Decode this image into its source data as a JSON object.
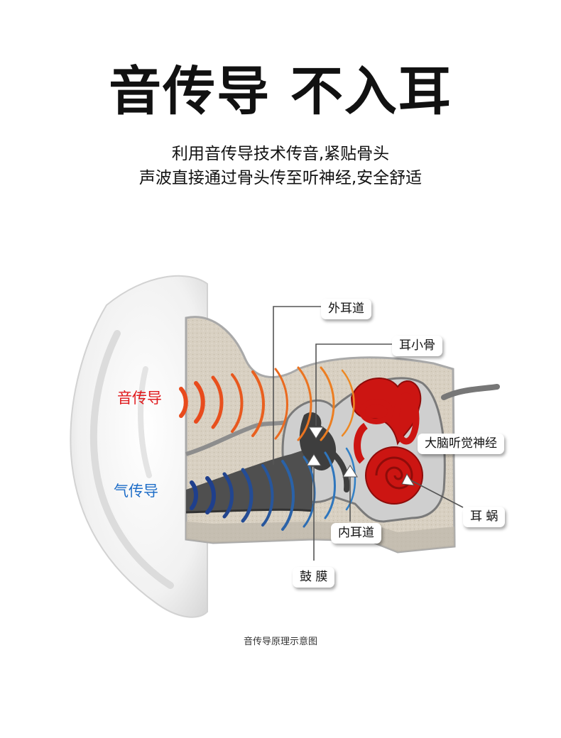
{
  "header": {
    "title": "音传导 不入耳",
    "subtitle_line1": "利用音传导技术传音,紧贴骨头",
    "subtitle_line2": "声波直接通过骨头传至听神经,安全舒适"
  },
  "diagram": {
    "bone_conduction_label": "音传导",
    "air_conduction_label": "气传导",
    "parts": {
      "outer_ear_canal": "外耳道",
      "ossicles": "耳小骨",
      "auditory_nerve": "大脑听觉神经",
      "cochlea": "耳 蜗",
      "inner_ear_canal": "内耳道",
      "eardrum": "鼓 膜"
    },
    "colors": {
      "bone_wave": "#e84a1c",
      "air_wave": "#1f6ec8",
      "inner_ear": "#cc1512",
      "bone_texture": "#d9d2c4"
    }
  },
  "caption": "音传导原理示意图"
}
